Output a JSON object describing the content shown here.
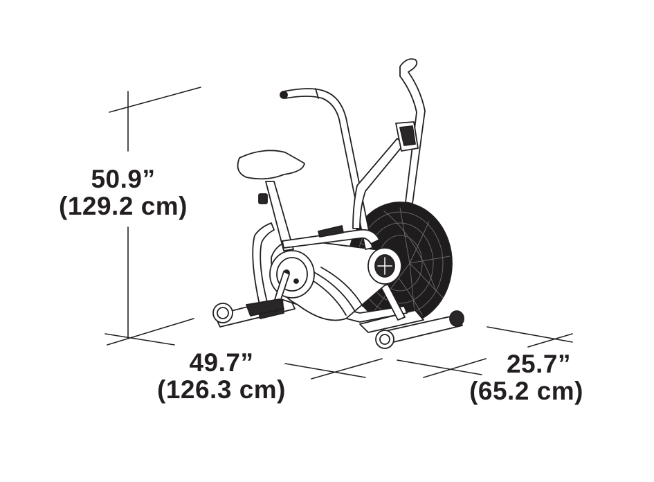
{
  "diagram": {
    "subject": "air fan exercise bike",
    "style": "black line-art product dimension drawing",
    "colors": {
      "background": "#ffffff",
      "line": "#231f20",
      "text": "#231f20"
    },
    "dimensions": {
      "height": {
        "imperial": "50.9”",
        "metric": "(129.2 cm)"
      },
      "length": {
        "imperial": "49.7”",
        "metric": "(126.3 cm)"
      },
      "width": {
        "imperial": "25.7”",
        "metric": "(65.2 cm)"
      }
    },
    "parts": [
      "seat",
      "seat-post-knob",
      "front-handlebar",
      "rear-moving-arm",
      "console",
      "fan-wheel",
      "crank-housing",
      "pedal",
      "front-stabilizer",
      "rear-stabilizer",
      "transport-wheels"
    ]
  }
}
